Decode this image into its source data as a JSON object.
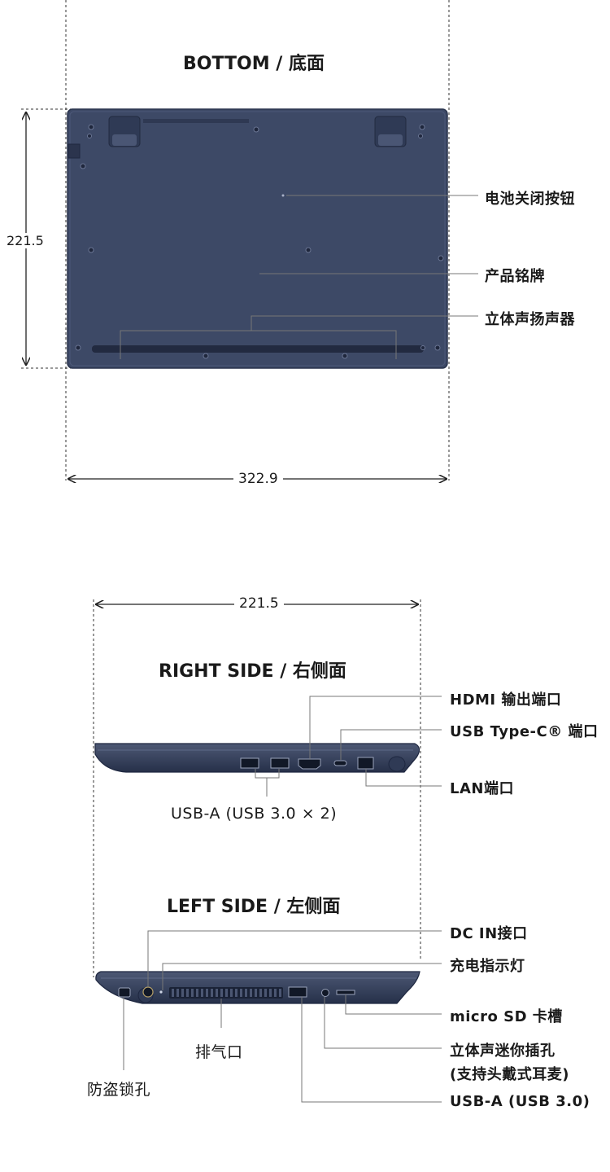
{
  "bottom": {
    "title": "BOTTOM / 底面",
    "height_dim": "221.5",
    "width_dim": "322.9",
    "callouts": {
      "battery": "电池关闭按钮",
      "nameplate": "产品铭牌",
      "speakers": "立体声扬声器"
    }
  },
  "right_side": {
    "depth_dim": "221.5",
    "title": "RIGHT SIDE / 右侧面",
    "callouts": {
      "hdmi": "HDMI 输出端口",
      "usbc": "USB Type-C® 端口",
      "lan": "LAN端口",
      "usba": "USB-A (USB 3.0 × 2)"
    }
  },
  "left_side": {
    "title": "LEFT SIDE / 左侧面",
    "callouts": {
      "dcin": "DC IN接口",
      "charge": "充电指示灯",
      "sd": "micro SD 卡槽",
      "audio_line1": "立体声迷你插孔",
      "audio_line2": "(支持头戴式耳麦)",
      "usba": "USB-A (USB 3.0)",
      "vent": "排气口",
      "lock": "防盗锁孔"
    }
  },
  "colors": {
    "chassis": "#3b4763",
    "chassis_dark": "#2b3550",
    "line": "#555555"
  }
}
